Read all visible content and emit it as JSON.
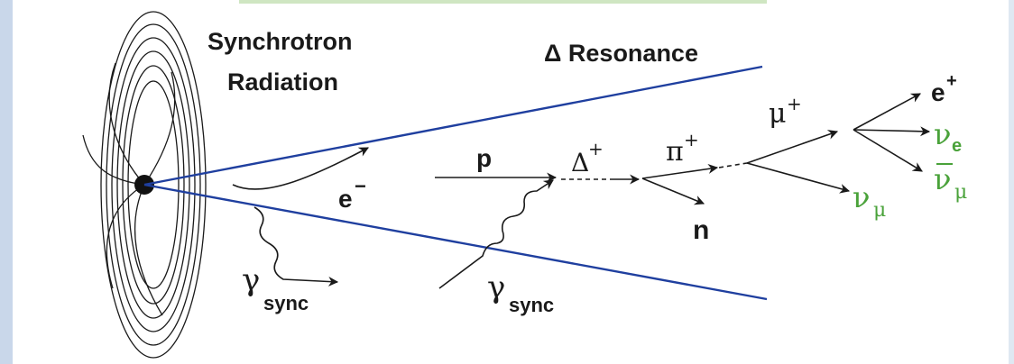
{
  "diagram": {
    "title_synchrotron_line1": "Synchrotron",
    "title_synchrotron_line2": "Radiation",
    "title_delta_resonance": "Δ Resonance",
    "label_electron": "e",
    "label_electron_sup": "−",
    "label_proton": "p",
    "label_delta": "Δ",
    "label_delta_sup": "+",
    "label_pion": "π",
    "label_pion_sup": "+",
    "label_neutron": "n",
    "label_muon": "μ",
    "label_muon_sup": "+",
    "label_positron": "e",
    "label_positron_sup": "+",
    "label_nu": "ν",
    "label_nu_e_sub": "e",
    "label_nu_mu_sub": "μ",
    "label_gamma": "γ",
    "label_sync_sub": "sync",
    "colors": {
      "ray": "#1f3f9f",
      "neutrino": "#4aa23a",
      "ink": "#1a1a1a"
    }
  }
}
